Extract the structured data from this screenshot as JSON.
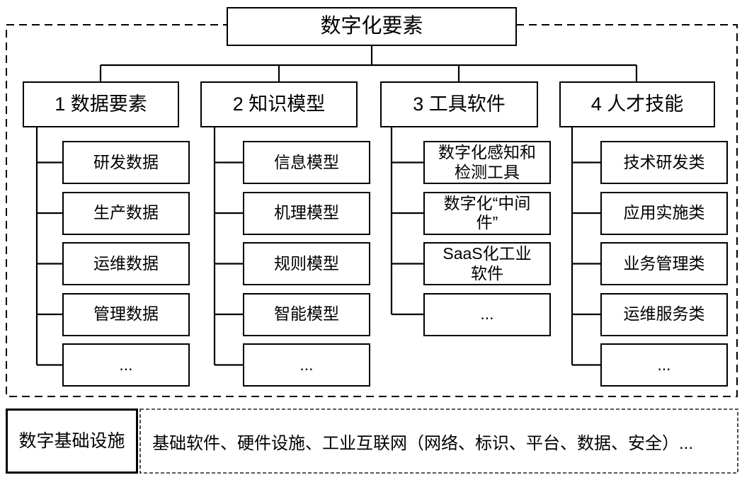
{
  "root": {
    "title": "数字化要素"
  },
  "columns": [
    {
      "title": "1 数据要素",
      "items": [
        "研发数据",
        "生产数据",
        "运维数据",
        "管理数据",
        "..."
      ]
    },
    {
      "title": "2 知识模型",
      "items": [
        "信息模型",
        "机理模型",
        "规则模型",
        "智能模型",
        "..."
      ]
    },
    {
      "title": "3 工具软件",
      "items": [
        "数字化感知和\n检测工具",
        "数字化“中间\n件”",
        "SaaS化工业\n软件",
        "..."
      ]
    },
    {
      "title": "4 人才技能",
      "items": [
        "技术研发类",
        "应用实施类",
        "业务管理类",
        "运维服务类",
        "..."
      ]
    }
  ],
  "infrastructure": {
    "label": "数字基础设施",
    "description": "基础软件、硬件设施、工业互联网（网络、标识、平台、数据、安全）..."
  },
  "colors": {
    "line": "#000000",
    "text": "#000000",
    "background": "#ffffff"
  }
}
